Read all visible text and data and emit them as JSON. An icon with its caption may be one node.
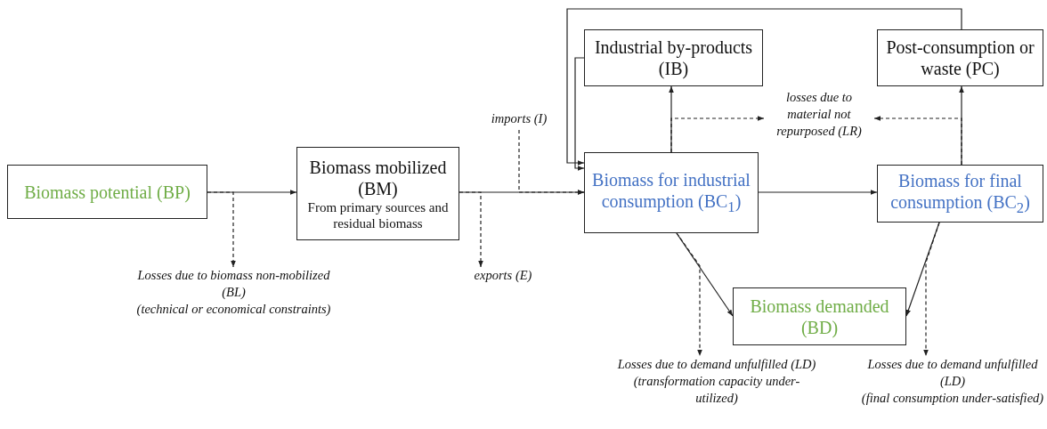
{
  "diagram": {
    "nodes": [
      {
        "text": [
          "Biomass potential (BP)"
        ]
      },
      {
        "text": [
          "Biomass mobilized (BM)",
          "From primary sources and residual biomass"
        ]
      },
      {
        "text": [
          "Biomass for industrial consumption (BC$_{1}$)"
        ]
      },
      {
        "text": [
          "Biomass for final consumption (BC$_{2}$)"
        ]
      },
      {
        "text": [
          "Industrial by-products (IB)"
        ]
      },
      {
        "text": [
          "Post-consumption or waste (PC)"
        ]
      },
      {
        "text": [
          "Biomass demanded (BD)"
        ]
      },
      {
        "text": [
          "Losses due to biomass non-mobilized (BL)",
          "(technical or economical constraints)"
        ]
      },
      {
        "text": [
          "exports (E)"
        ]
      },
      {
        "text": [
          "imports (I)"
        ]
      },
      {
        "text": [
          "losses due to material not repurposed (LR)"
        ]
      },
      {
        "text": [
          "Losses due to demand unfulfilled (LD)",
          "(transformation capacity under-utilized)"
        ]
      },
      {
        "text": [
          "Losses due to demand unfulfilled (LD)",
          "(final consumption under-satisfied)"
        ]
      }
    ],
    "edges": [
      {
        "from": 0,
        "to": 1,
        "arrow": "to"
      },
      {
        "from": 0,
        "to": 7,
        "arrow": "to",
        "style": "dashed"
      },
      {
        "from": 1,
        "to": 2,
        "arrow": "to"
      },
      {
        "from": 1,
        "to": 8,
        "arrow": "to",
        "style": "dashed"
      },
      {
        "from": 9,
        "to": 2,
        "arrow": "to",
        "style": "dashed"
      },
      {
        "from": 2,
        "to": 4,
        "arrow": "to"
      },
      {
        "from": 2,
        "to": 10,
        "arrow": "to",
        "style": "dashed"
      },
      {
        "from": 3,
        "to": 5,
        "arrow": "to"
      },
      {
        "from": 3,
        "to": 10,
        "arrow": "to",
        "style": "dashed"
      },
      {
        "from": 2,
        "to": 3,
        "arrow": "to"
      },
      {
        "from": 2,
        "to": 6,
        "arrow": "to"
      },
      {
        "from": 3,
        "to": 6,
        "arrow": "to"
      },
      {
        "from": 2,
        "to": 11,
        "arrow": "to",
        "style": "dashed"
      },
      {
        "from": 3,
        "to": 12,
        "arrow": "to",
        "style": "dashed"
      },
      {
        "from": 5,
        "to": 2,
        "arrow": "to"
      },
      {
        "from": 4,
        "to": 2,
        "arrow": "to"
      }
    ]
  }
}
